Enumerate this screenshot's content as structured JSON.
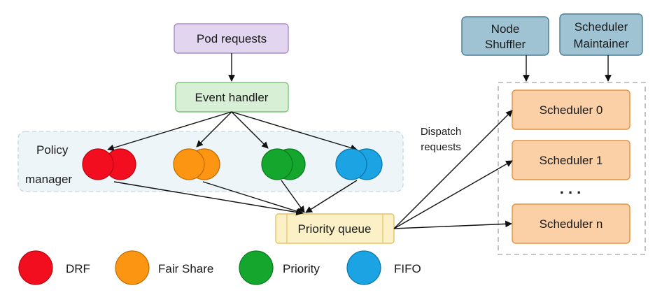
{
  "nodes": {
    "pod_requests": "Pod requests",
    "event_handler": "Event handler",
    "policy_manager_line1": "Policy",
    "policy_manager_line2": "manager",
    "priority_queue": "Priority queue",
    "node_shuffler_line1": "Node",
    "node_shuffler_line2": "Shuffler",
    "scheduler_maintainer_line1": "Scheduler",
    "scheduler_maintainer_line2": "Maintainer",
    "scheduler_0": "Scheduler 0",
    "scheduler_1": "Scheduler 1",
    "ellipsis": ". . .",
    "scheduler_n": "Scheduler n",
    "dispatch_line1": "Dispatch",
    "dispatch_line2": "requests"
  },
  "legend": [
    {
      "label": "DRF",
      "color": "#f20d1f"
    },
    {
      "label": "Fair Share",
      "color": "#fb9512"
    },
    {
      "label": "Priority",
      "color": "#14a62d"
    },
    {
      "label": "FIFO",
      "color": "#1ba3e3"
    }
  ],
  "colors": {
    "pod_fill": "#e2d5ef",
    "pod_stroke": "#a98bc6",
    "event_fill": "#d6efd5",
    "event_stroke": "#7fc47c",
    "queue_fill": "#fcf0c6",
    "queue_stroke": "#e3c465",
    "scheduler_fill": "#fbd0a6",
    "scheduler_stroke": "#e5913f",
    "blue_box_fill": "#9fc3d3",
    "blue_box_stroke": "#4c7c92",
    "policy_bg": "#edf5f8"
  }
}
